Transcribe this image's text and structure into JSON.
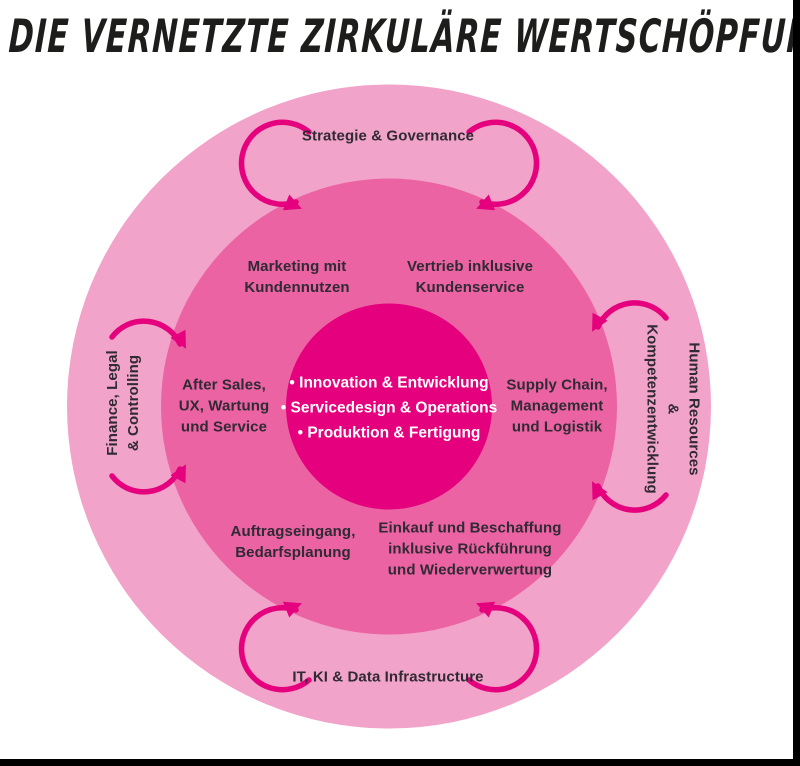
{
  "title": "DIE VERNETZTE ZIRKULÄRE WERTSCHÖPFUNG",
  "colors": {
    "background": "#ffffff",
    "frame_border": "#000000",
    "outer_ring": "#f2a3c9",
    "middle_ring": "#ec63a4",
    "core": "#e5007d",
    "arrow": "#e5007d",
    "label_text": "#2f2a33",
    "core_text": "#ffffff",
    "title_text": "#1d1d1b"
  },
  "icons": {
    "flow_arrow": "curved-arrow"
  },
  "diagram": {
    "outer_labels": {
      "top": "Strategie & Governance",
      "right": "Human Resources\n& Kompetenzentwicklung",
      "bottom": "IT, KI & Data Infrastructure",
      "left": "Finance, Legal\n& Controlling"
    },
    "middle_labels": {
      "top_left": "Marketing mit\nKundennutzen",
      "top_right": "Vertrieb inklusive\nKundenservice",
      "left": "After Sales,\nUX, Wartung\nund Service",
      "right": "Supply Chain,\nManagement\nund Logistik",
      "bottom_left": "Auftragseingang,\nBedarfsplanung",
      "bottom_right": "Einkauf und Beschaffung\ninklusive Rückführung\nund Wiederverwertung"
    },
    "core_items": [
      "• Innovation & Entwicklung",
      "• Servicedesign & Operations",
      "• Produktion & Fertigung"
    ]
  }
}
